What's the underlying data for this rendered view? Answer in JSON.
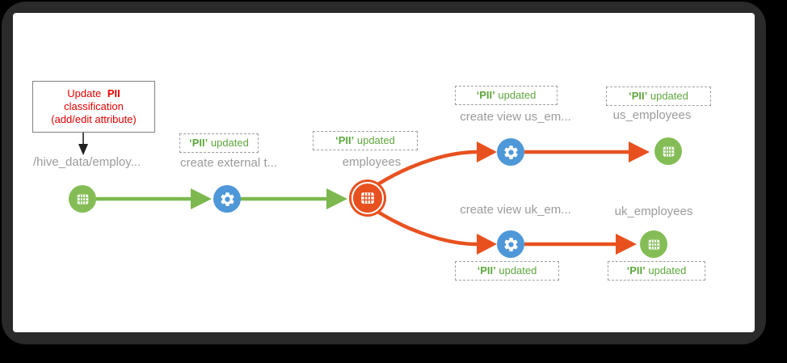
{
  "callout": {
    "line1_prefix": "Update ",
    "line1_bold": "PII",
    "line2": "classification",
    "line3": "(add/edit attribute)",
    "text_color": "#e60000"
  },
  "badge": {
    "quoted": "‘PII’",
    "rest": " updated",
    "text_color": "#5ea73c"
  },
  "nodes": {
    "source": {
      "label": "/hive_data/employ...",
      "type": "dataset",
      "icon": "table-icon",
      "color": "#84bd56"
    },
    "create_external": {
      "label": "create external t...",
      "type": "operation",
      "icon": "gear-icon",
      "color": "#4e97d8"
    },
    "employees": {
      "label": "employees",
      "type": "dataset",
      "icon": "table-icon",
      "color": "#e8511f"
    },
    "create_view_us": {
      "label": "create view us_em...",
      "type": "operation",
      "icon": "gear-icon",
      "color": "#4e97d8"
    },
    "create_view_uk": {
      "label": "create view uk_em...",
      "type": "operation",
      "icon": "gear-icon",
      "color": "#4e97d8"
    },
    "us_employees": {
      "label": "us_employees",
      "type": "dataset",
      "icon": "table-icon",
      "color": "#84bd56"
    },
    "uk_employees": {
      "label": "uk_employees",
      "type": "dataset",
      "icon": "table-icon",
      "color": "#84bd56"
    }
  },
  "edge_colors": {
    "upstream_green": "#7cb84e",
    "downstream_orange": "#e8511f"
  },
  "label_color": "#9b9b9b"
}
